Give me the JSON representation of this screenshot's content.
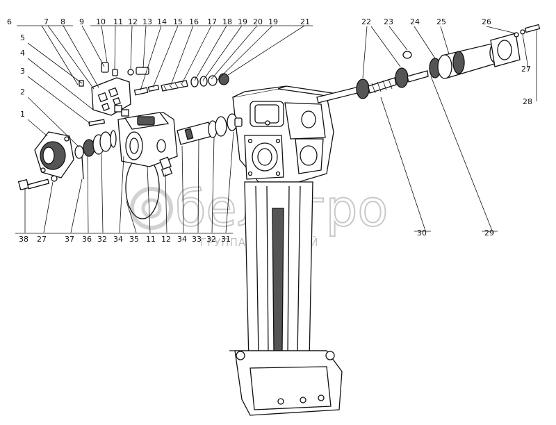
{
  "watermark": {
    "brand": "белагро",
    "subtitle": "ГРУППА КОМПАНИЙ"
  },
  "colors": {
    "line": "#111111",
    "shade": "#555555",
    "watermark": "#c9c9c9"
  },
  "callouts_top_left": [
    "6",
    "7",
    "8",
    "9",
    "10",
    "11",
    "12",
    "13",
    "14",
    "15",
    "16",
    "17",
    "18",
    "19",
    "20",
    "19",
    "21"
  ],
  "callouts_left_column": [
    "5",
    "4",
    "3",
    "2",
    "1"
  ],
  "callouts_bottom": [
    "38",
    "27",
    "37",
    "36",
    "32",
    "34",
    "35",
    "11",
    "12",
    "34",
    "33",
    "32",
    "31"
  ],
  "callouts_top_right": [
    "22",
    "23",
    "24",
    "25",
    "26",
    "27",
    "28",
    "30",
    "29"
  ]
}
